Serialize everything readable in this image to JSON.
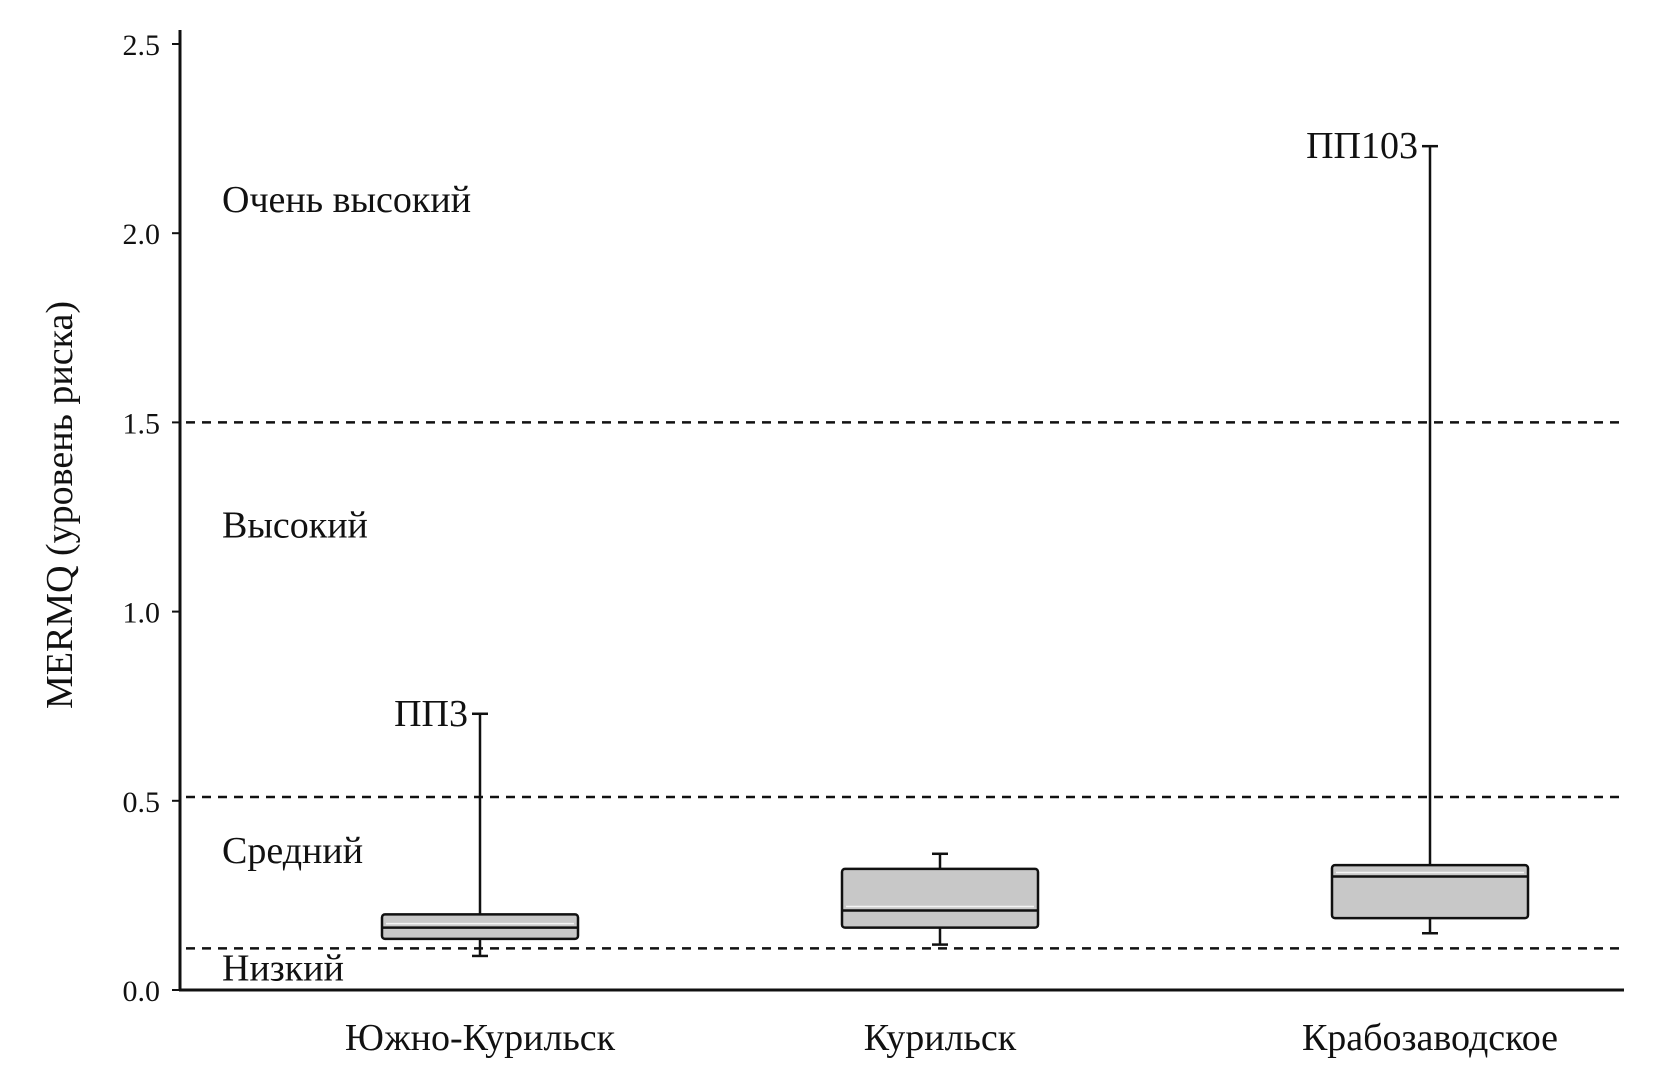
{
  "chart_data": {
    "type": "boxplot",
    "ylabel": "MERMQ (уровень риска)",
    "ylim": [
      0.0,
      2.5
    ],
    "yticks": [
      "0.0",
      "0.5",
      "1.0",
      "1.5",
      "2.0",
      "2.5"
    ],
    "grid": false,
    "categories": [
      "Южно-Курильск",
      "Курильск",
      "Крабозаводское"
    ],
    "boxes": [
      {
        "category": "Южно-Курильск",
        "whisker_low": 0.09,
        "q1": 0.135,
        "median": 0.165,
        "q3": 0.2,
        "whisker_high": 0.73,
        "max_label": "ПП3"
      },
      {
        "category": "Курильск",
        "whisker_low": 0.12,
        "q1": 0.165,
        "median": 0.21,
        "q3": 0.32,
        "whisker_high": 0.36,
        "max_label": ""
      },
      {
        "category": "Крабозаводское",
        "whisker_low": 0.15,
        "q1": 0.19,
        "median": 0.3,
        "q3": 0.33,
        "whisker_high": 2.23,
        "max_label": "ПП103"
      }
    ],
    "thresholds": [
      0.11,
      0.51,
      1.5
    ],
    "zones": [
      {
        "label": "Очень высокий",
        "value": 2.09
      },
      {
        "label": "Высокий",
        "value": 1.23
      },
      {
        "label": "Средний",
        "value": 0.37
      },
      {
        "label": "Низкий",
        "value": 0.06
      }
    ],
    "colors": {
      "box_fill": "#c8c8c8",
      "line": "#111111"
    }
  }
}
